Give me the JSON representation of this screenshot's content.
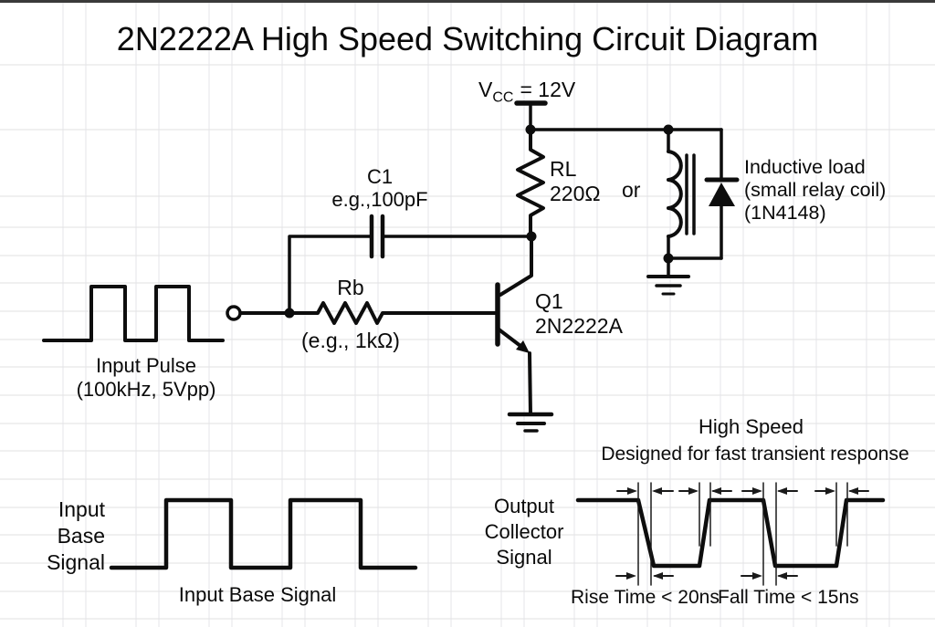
{
  "title": "2N2222A High Speed Switching Circuit Diagram",
  "power": {
    "v": "V",
    "sub": "CC",
    "rest": "=  12V"
  },
  "components": {
    "rl": {
      "name": "RL",
      "value": "220Ω"
    },
    "or_label": "or",
    "inductive_load": {
      "line1": "Inductive load",
      "line2": "(small relay coil)",
      "line3": "(1N4148)"
    },
    "c1": {
      "name": "C1",
      "value": "e.g.,100pF"
    },
    "rb": {
      "name": "Rb",
      "value": "(e.g., 1kΩ)"
    },
    "q1": {
      "name": "Q1",
      "part": "2N2222A"
    }
  },
  "input_pulse": {
    "line1": "Input Pulse",
    "line2": "(100kHz, 5Vpp)"
  },
  "waveforms": {
    "input_base": {
      "label_line1": "Input",
      "label_line2": "Base",
      "label_line3": "Signal",
      "caption": "Input Base Signal"
    },
    "output_collector": {
      "label_line1": "Output",
      "label_line2": "Collector",
      "label_line3": "Signal",
      "heading": "High Speed",
      "subheading": "Designed for fast transient response",
      "rise_time": "Rise Time < 20ns",
      "fall_time": "Fall Time < 15ns"
    }
  }
}
